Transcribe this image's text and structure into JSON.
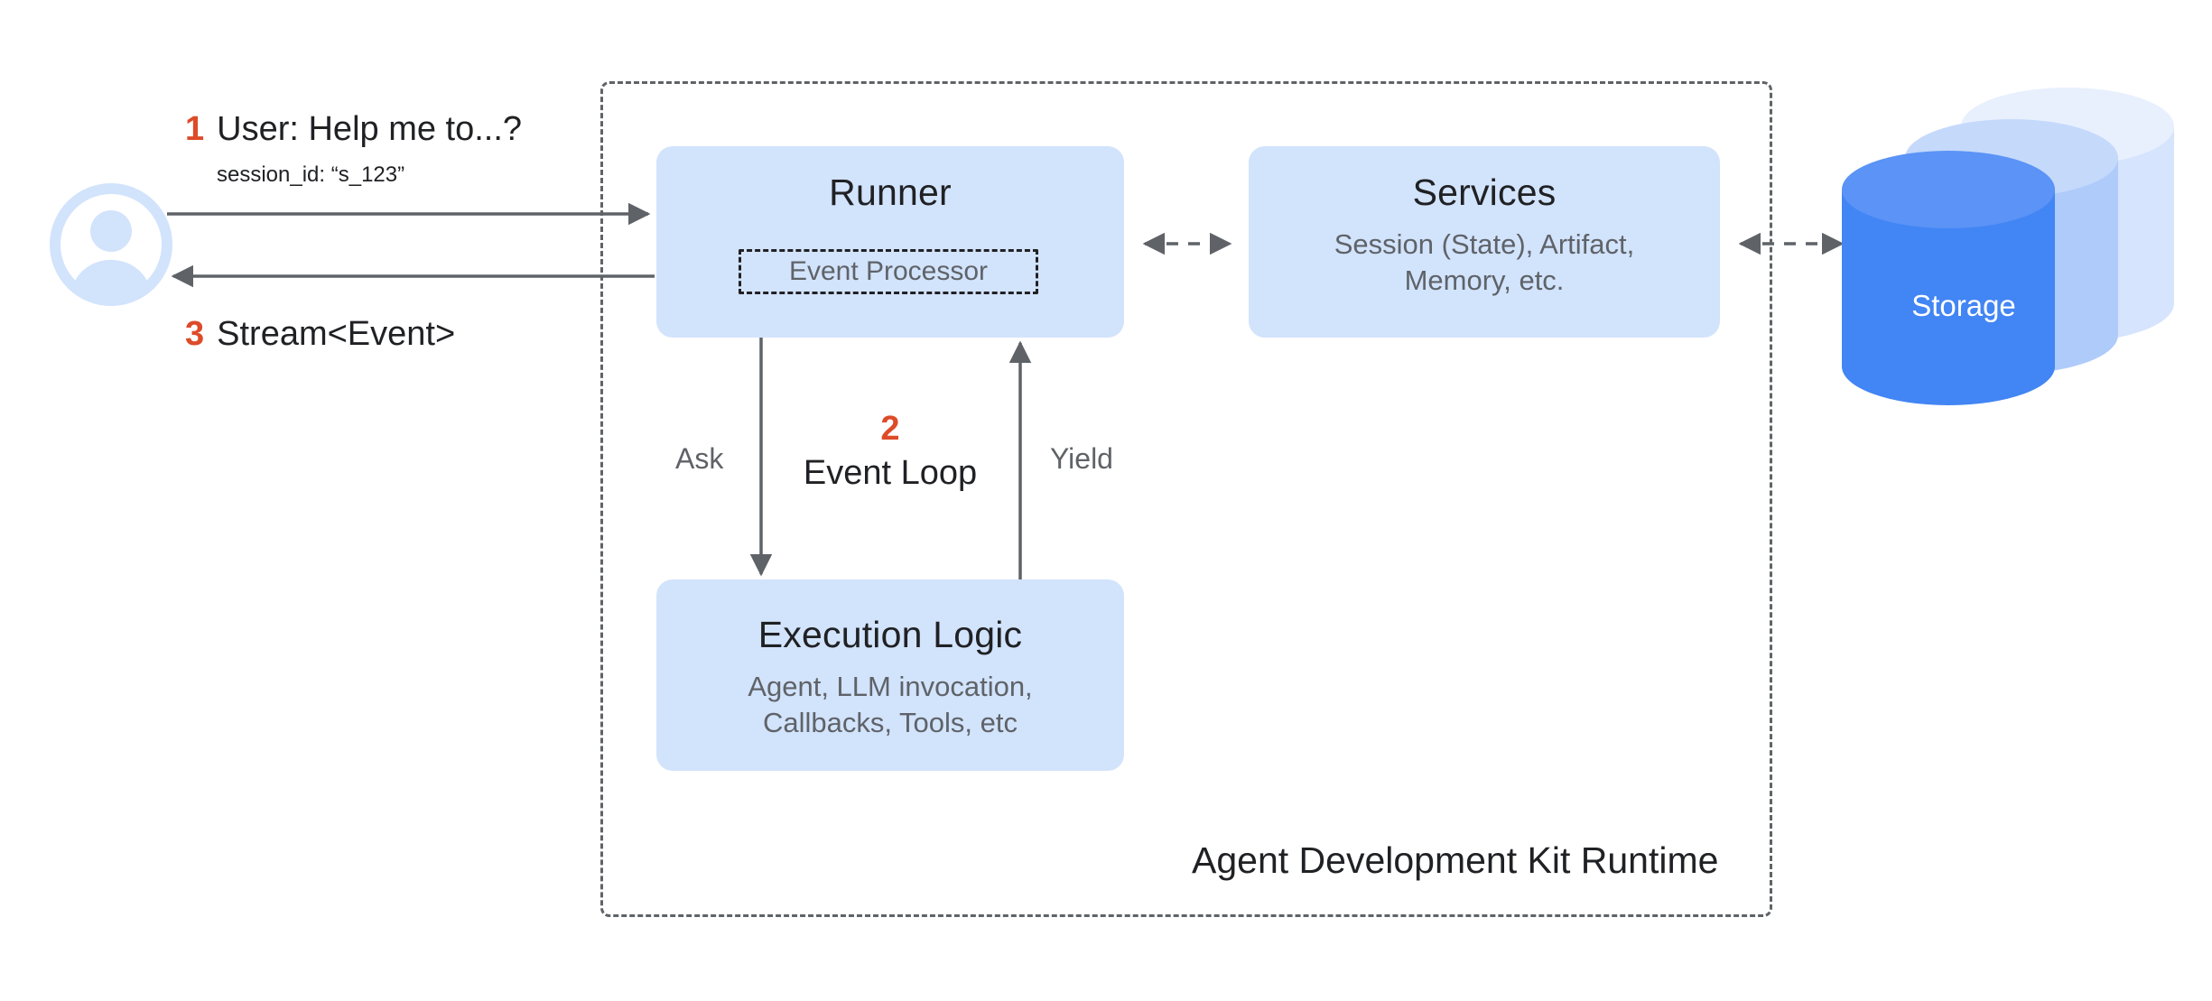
{
  "diagram": {
    "title": "Agent Development Kit Runtime",
    "colors": {
      "box_fill": "#d2e3fc",
      "accent_number": "#dd4b29",
      "arrow": "#5f6368",
      "storage_front": "#4285f4",
      "storage_mid": "#a8c7fa",
      "storage_back": "#d6e4fd",
      "text_primary": "#202124",
      "text_secondary": "#5f6368"
    }
  },
  "user": {
    "avatar_icon": "user-avatar-icon",
    "request": {
      "step": "1",
      "text": "User: Help me to...?",
      "detail": "session_id: “s_123”"
    },
    "response": {
      "step": "3",
      "text": "Stream<Event>"
    }
  },
  "runner": {
    "title": "Runner",
    "event_processor": "Event Processor"
  },
  "services": {
    "title": "Services",
    "subtitle": "Session (State), Artifact,\nMemory, etc."
  },
  "execution": {
    "title": "Execution Logic",
    "subtitle": "Agent, LLM invocation,\nCallbacks, Tools, etc"
  },
  "event_loop": {
    "step": "2",
    "label": "Event Loop",
    "ask_label": "Ask",
    "yield_label": "Yield"
  },
  "storage": {
    "label": "Storage"
  },
  "runtime": {
    "label": "Agent Development Kit Runtime"
  }
}
